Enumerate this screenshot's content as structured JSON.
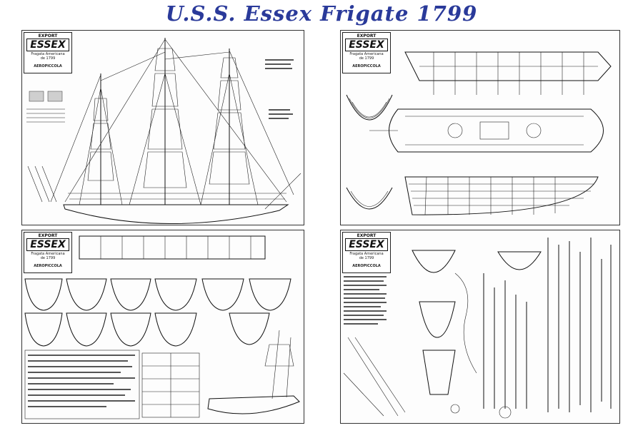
{
  "title": "U.S.S. Essex Frigate 1799",
  "sheets": [
    {
      "export": "EXPORT",
      "name": "ESSEX",
      "subtitle": "Fragata Americana\nde 1799",
      "brand": "AEROPICCOLA"
    },
    {
      "export": "EXPORT",
      "name": "ESSEX",
      "subtitle": "Fragata Americana\nde 1799",
      "brand": "AEROPICCOLA"
    },
    {
      "export": "EXPORT",
      "name": "ESSEX",
      "subtitle": "Fragata Americana\nde 1799",
      "brand": "AEROPICCOLA"
    },
    {
      "export": "EXPORT",
      "name": "ESSEX",
      "subtitle": "Fragata Americana\nde 1799",
      "brand": "AEROPICCOLA"
    }
  ],
  "colors": {
    "title": "#2a3a9a",
    "line": "#222222",
    "paper": "#fdfdfd"
  }
}
